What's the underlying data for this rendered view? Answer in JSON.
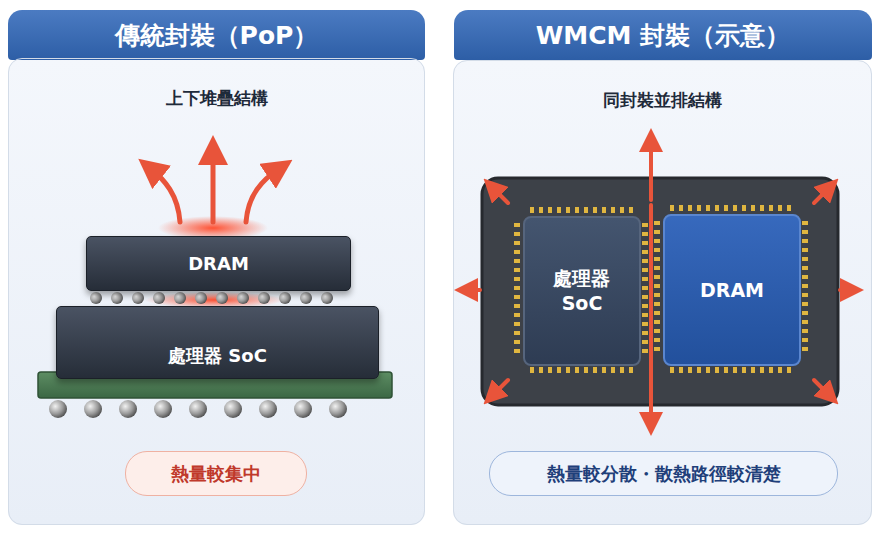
{
  "diagram": {
    "nodes": [
      {
        "text": [
          "傳統封裝（PoP）"
        ]
      },
      {
        "text": [
          "上下堆疊結構"
        ]
      },
      {
        "text": [
          "DRAM"
        ],
        "in": 1
      },
      {
        "text": [
          "處理器 SoC"
        ],
        "in": 1
      },
      {
        "text": [
          "熱量較集中"
        ],
        "in": 1
      },
      {
        "text": [
          "WMCM 封裝（示意）"
        ]
      },
      {
        "text": [
          "同封裝並排結構"
        ]
      },
      {
        "text": [
          "處理器 SoC"
        ],
        "in": 6
      },
      {
        "text": [
          "DRAM"
        ],
        "in": 6
      },
      {
        "text": [
          "熱量較分散・散熱路徑較清楚"
        ],
        "in": 6
      }
    ]
  }
}
